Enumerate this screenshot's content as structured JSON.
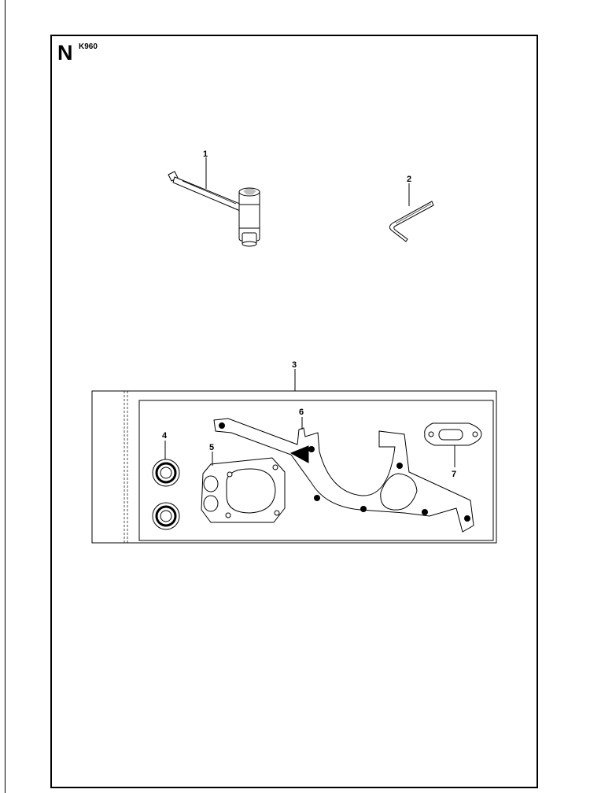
{
  "page": {
    "section_letter": "N",
    "model": "K960"
  },
  "callouts": [
    {
      "id": "1",
      "label": "1"
    },
    {
      "id": "2",
      "label": "2"
    },
    {
      "id": "3",
      "label": "3"
    },
    {
      "id": "4",
      "label": "4"
    },
    {
      "id": "5",
      "label": "5"
    },
    {
      "id": "6",
      "label": "6"
    },
    {
      "id": "7",
      "label": "7"
    }
  ],
  "colors": {
    "line": "#000000",
    "kit_fill": "#ffffff"
  }
}
